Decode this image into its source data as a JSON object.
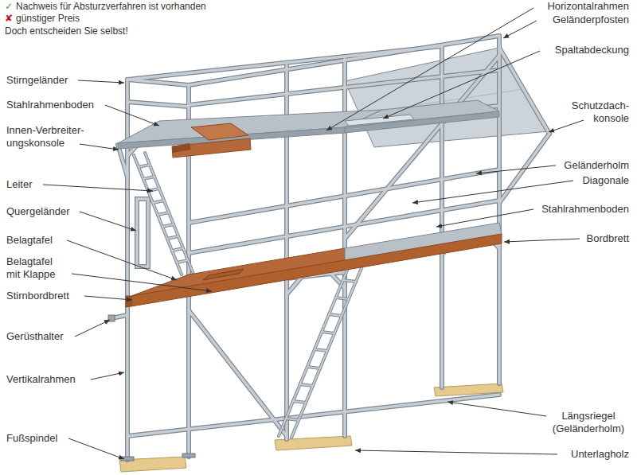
{
  "diagram": {
    "labels": [
      "✓",
      "Nachweis für Absturzverfahren ist vorhanden",
      "✘",
      "günstiger Preis",
      "Doch entscheiden Sie selbst!",
      "Horizontalrahmen",
      "Geländerpfosten",
      "Spaltabdeckung",
      "Stirngeländer",
      "Stahlrahmenboden",
      "Innen-Verbreiter- ungskonsole",
      "Schutzdach- konsole",
      "Leiter",
      "Geländerholm",
      "Diagonale",
      "Quergeländer",
      "Stahlrahmenboden",
      "Belagtafel",
      "Bordbrett",
      "Belagtafel mit Klappe",
      "Stirnbordbrett",
      "Gerüsthalter",
      "Vertikalrahmen",
      "Längsriegel (Geländerholm)",
      "Fußspindel",
      "Unterlagholz"
    ]
  }
}
